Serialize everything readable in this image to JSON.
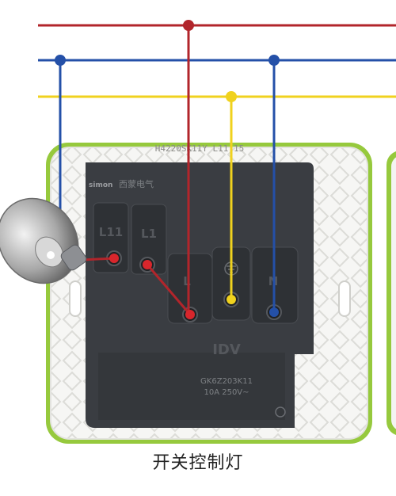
{
  "caption": "开关控制灯",
  "socket": {
    "top_code": "H4220SK11Y L11 15",
    "brand": "simon",
    "brand_cn": "西蒙电气",
    "logo": "IDV",
    "model": "GK6Z203K11",
    "rating": "10A 250V~",
    "terminals": {
      "l11": "L11",
      "l1": "L1",
      "l": "L",
      "n": "N"
    }
  },
  "colors": {
    "live_wire": "#b2252b",
    "neutral_wire": "#2450a8",
    "earth_wire": "#f0d21e",
    "frame_green": "#96c93d",
    "socket_body": "#3a3d42"
  }
}
